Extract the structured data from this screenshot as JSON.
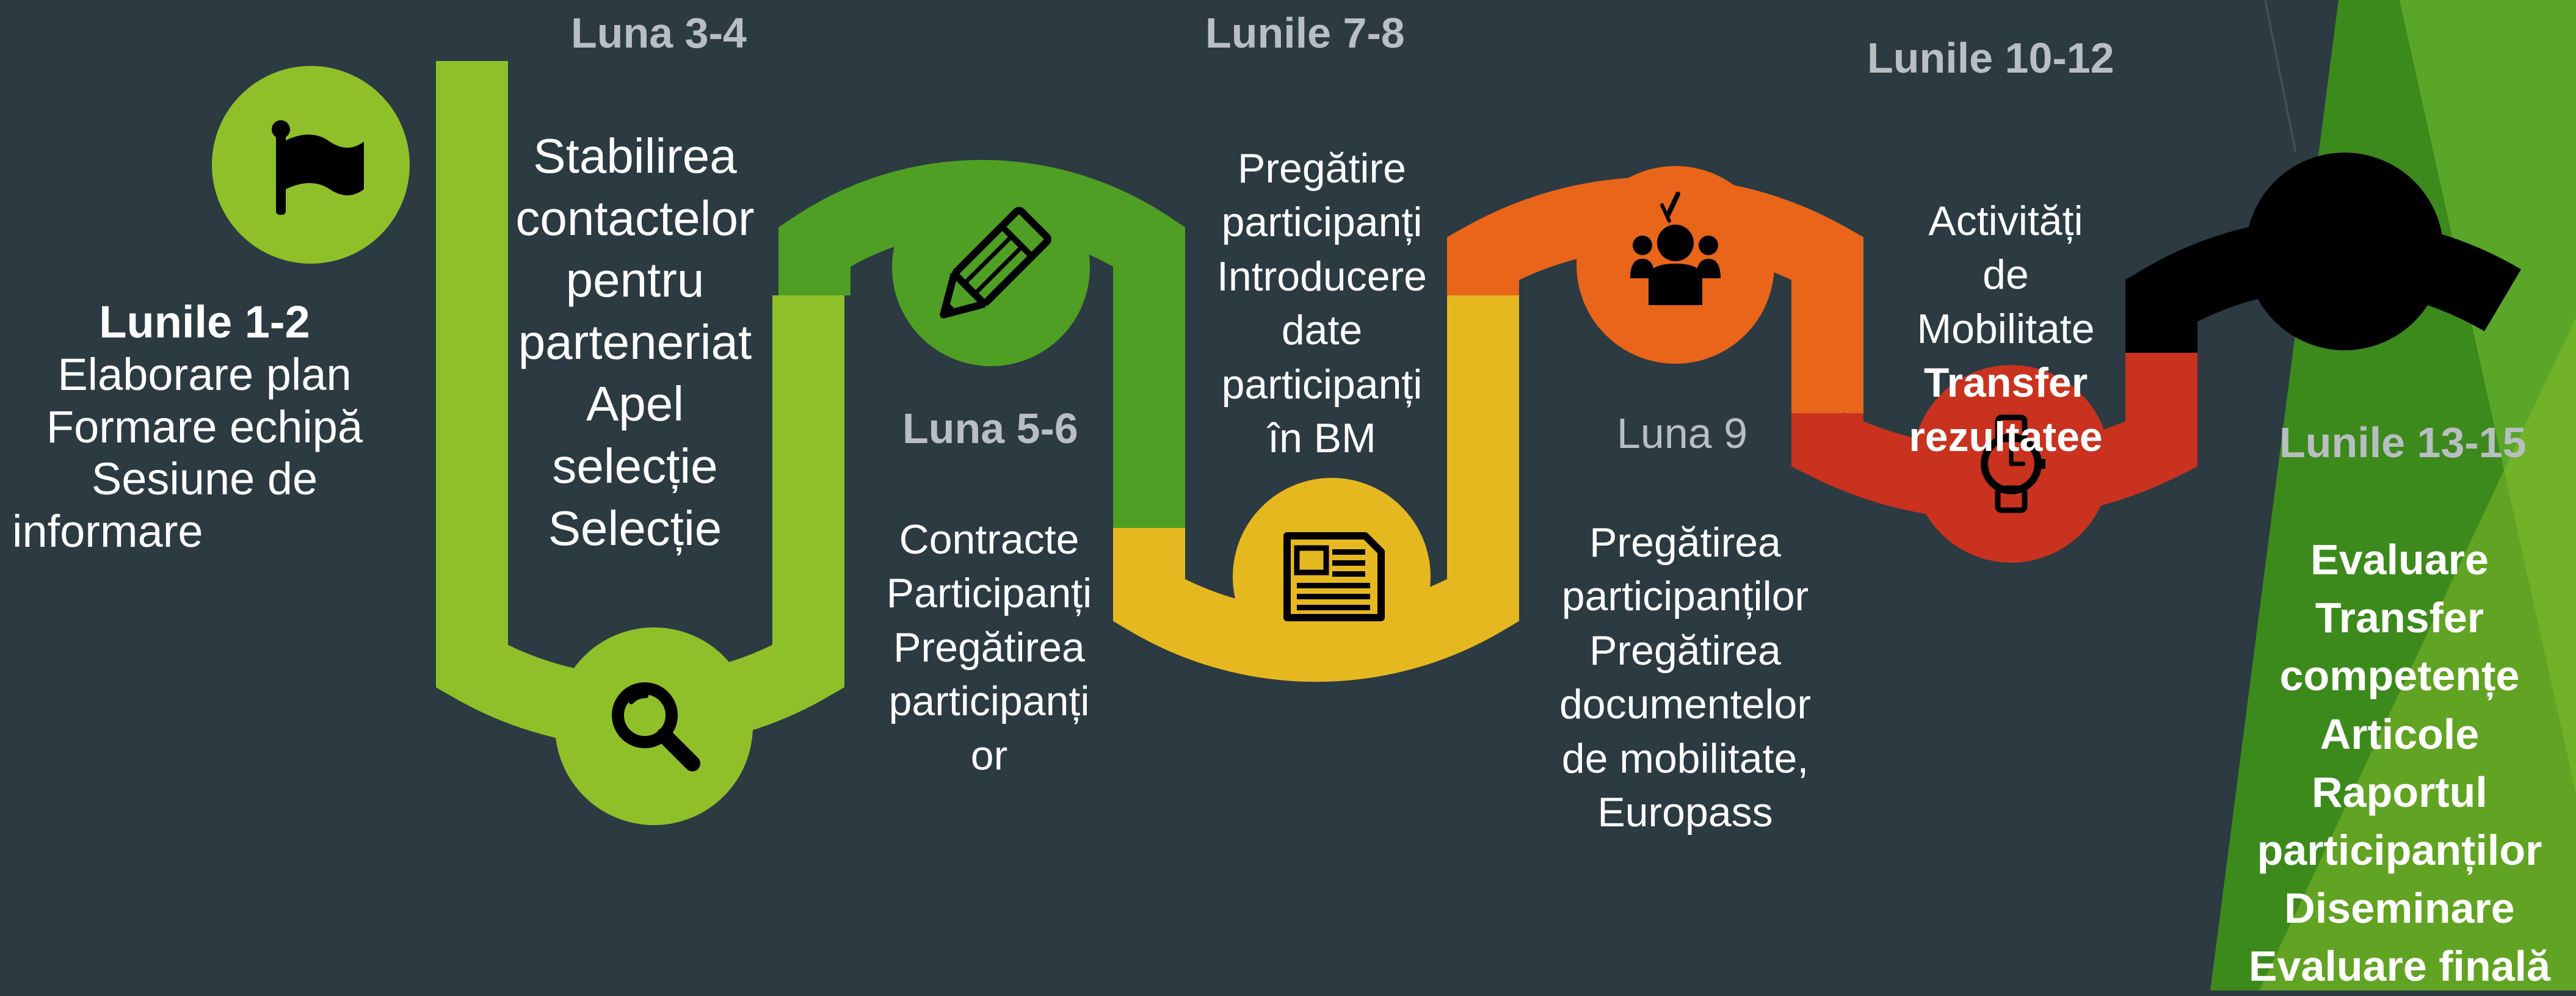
{
  "colors": {
    "background": "#2c3a42",
    "light_green": "#8fc02a",
    "dark_green": "#4e9f24",
    "yellow": "#e6b820",
    "orange": "#e8651a",
    "red": "#c8321e",
    "black": "#000000",
    "header_gray": "#b8bec2",
    "text_white": "#ffffff"
  },
  "stages": [
    {
      "header": "Lunile 1-2",
      "lines": [
        "Elaborare plan",
        "Formare echipă",
        "Sesiune de",
        "informare"
      ],
      "icon": "flag-icon",
      "color": "light_green"
    },
    {
      "header": "Luna 3-4",
      "lines": [
        "Stabilirea",
        "contactelor",
        "pentru",
        "parteneriat",
        "Apel",
        "selecție",
        "Selecție"
      ],
      "icon": "search-icon",
      "color": "light_green"
    },
    {
      "header": "Luna 5-6",
      "lines": [
        "Contracte",
        "Participanți",
        "Pregătirea",
        "participanți",
        "or"
      ],
      "icon": "pencil-icon",
      "color": "dark_green"
    },
    {
      "header": "Lunile 7-8",
      "lines": [
        "Pregătire",
        "participanți",
        "Introducere",
        "date",
        "participanți",
        "în BM"
      ],
      "icon": "newspaper-icon",
      "color": "yellow"
    },
    {
      "header": "Luna 9",
      "lines": [
        "Pregătirea",
        "participanților",
        "Pregătirea",
        "documentelor",
        "de mobilitate,",
        "Europass"
      ],
      "icon": "presenter-icon",
      "color": "orange"
    },
    {
      "header": "Lunile 10-12",
      "lines": [
        "Activități",
        "de",
        "Mobilitate"
      ],
      "bold_lines": [
        "Transfer",
        "rezultatee"
      ],
      "icon": "watch-icon",
      "color": "red"
    },
    {
      "header": "Lunile 13-15",
      "bold_lines": [
        "Evaluare",
        "Transfer",
        "competențe",
        "Articole",
        "Raportul",
        "participanților",
        "Diseminare",
        "Evaluare finală"
      ],
      "icon": "black-circle",
      "color": "black"
    }
  ]
}
